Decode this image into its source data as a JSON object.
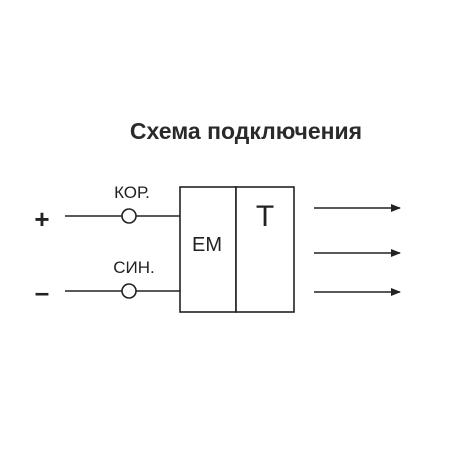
{
  "title": "Схема подключения",
  "terminals": {
    "plus_sign": "+",
    "minus_sign": "–",
    "top_label": "КОР.",
    "bottom_label": "СИН."
  },
  "blocks": {
    "em_label": "ЕМ",
    "t_label": "T"
  },
  "colors": {
    "line": "#222222",
    "title": "#2a2a2a",
    "background": "#ffffff"
  }
}
